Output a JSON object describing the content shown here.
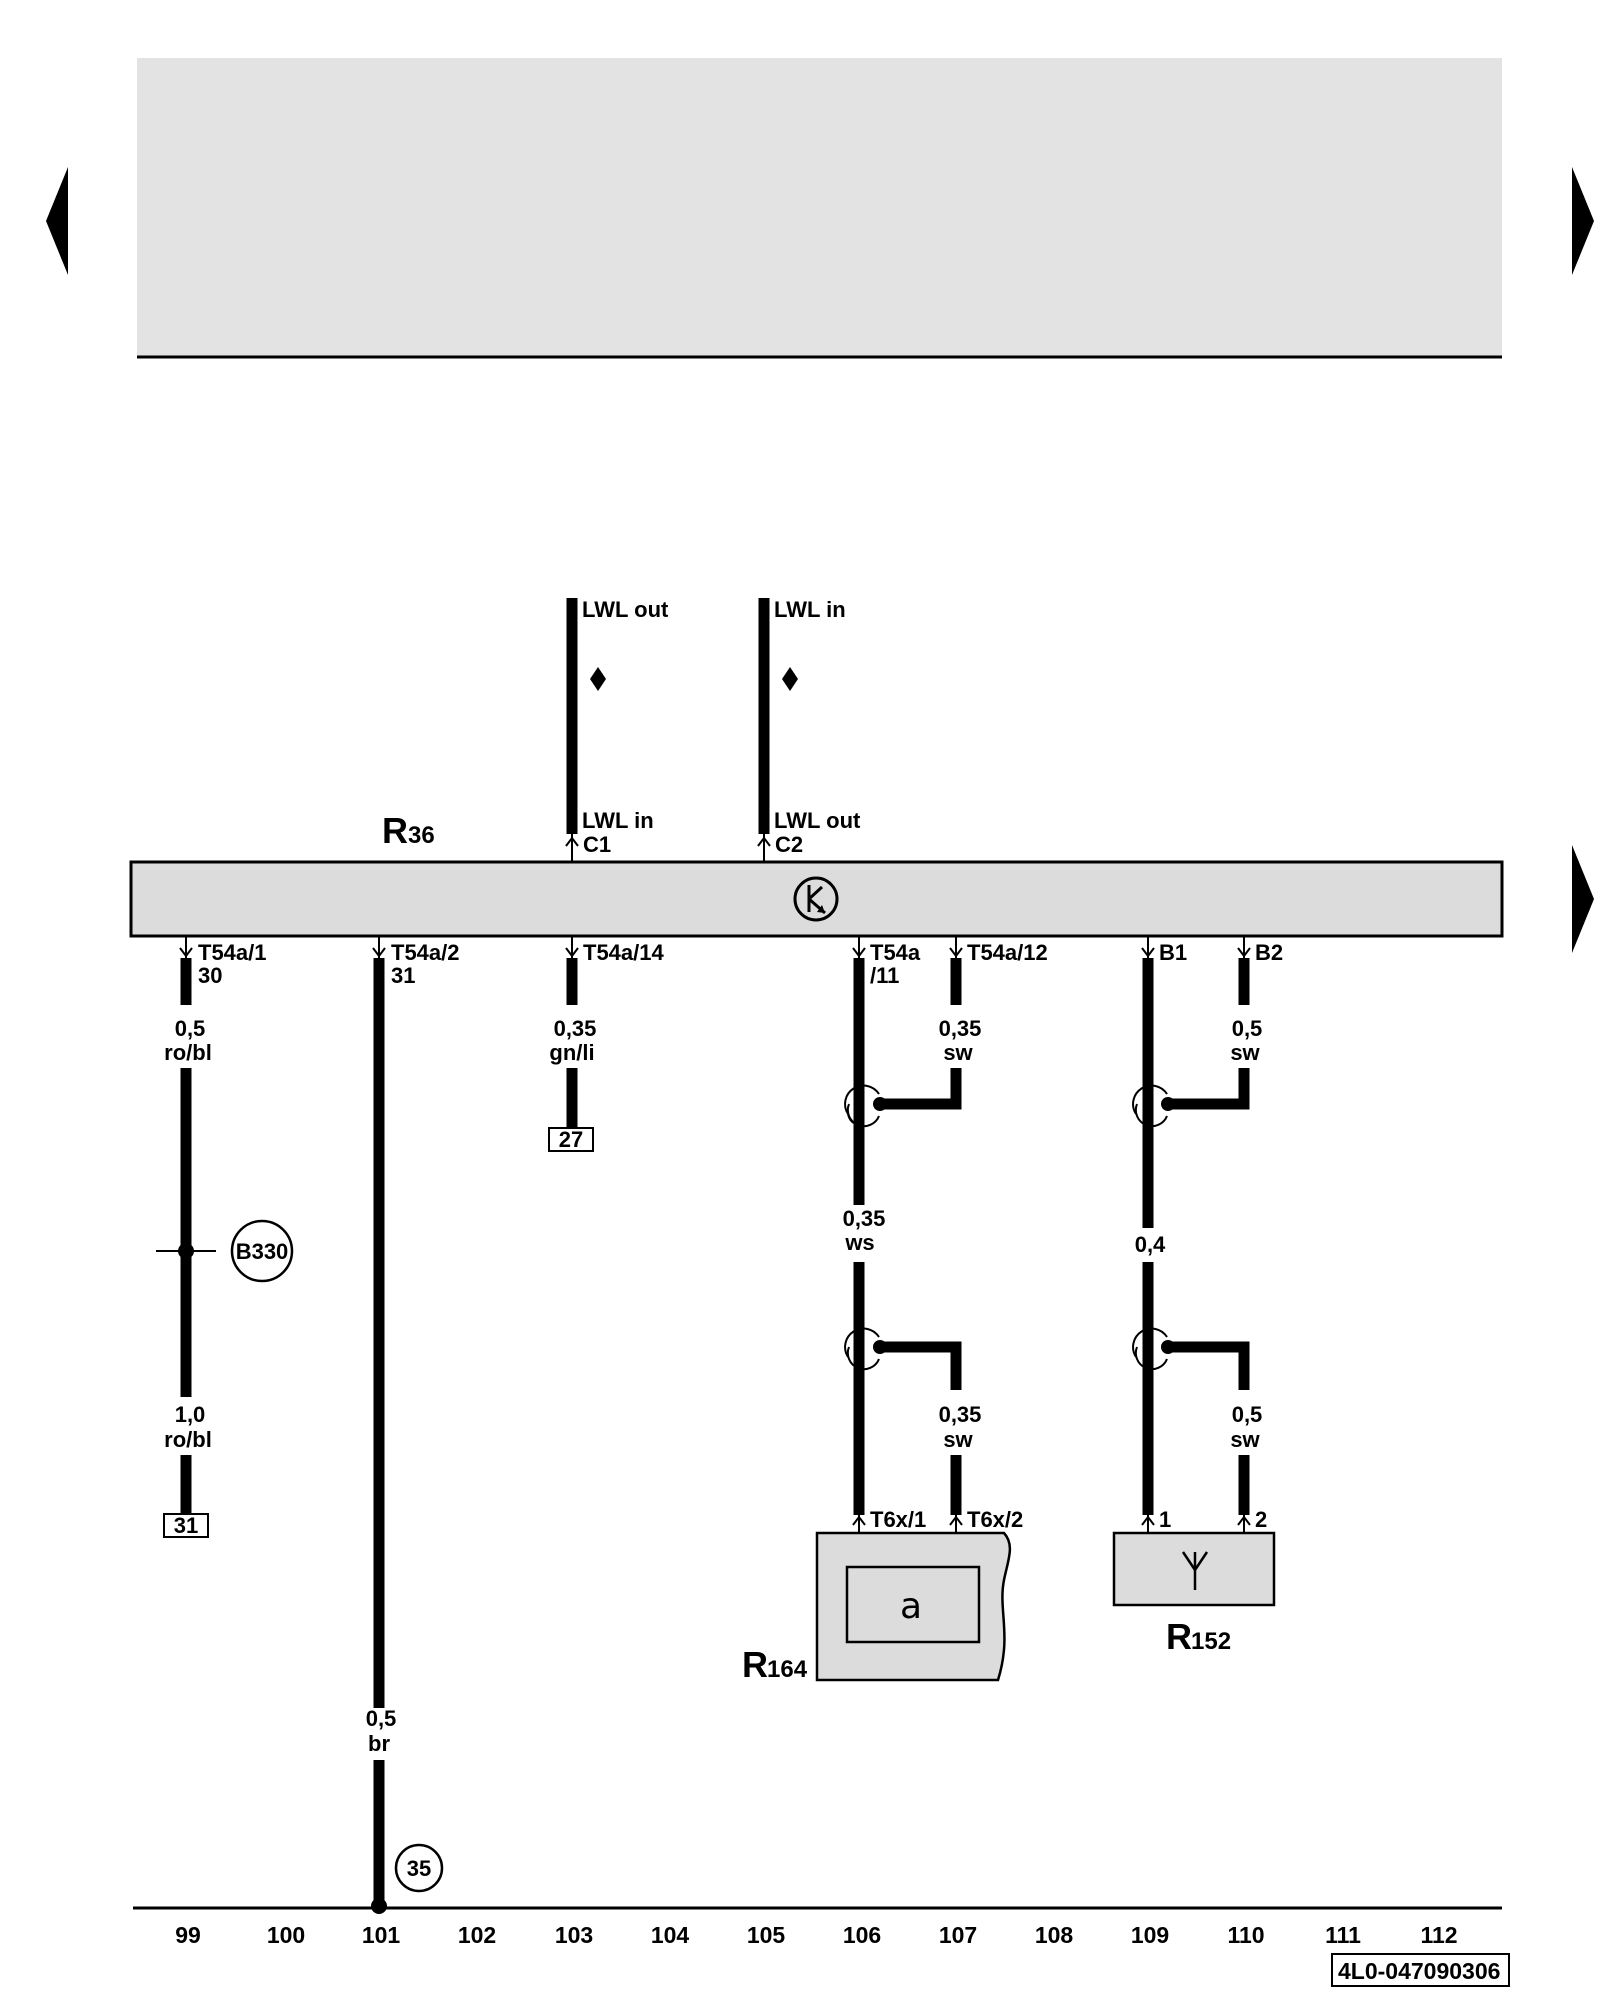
{
  "navigation": {
    "prev_label": "previous page",
    "next_label": "next page",
    "next2_label": "next page"
  },
  "colors": {
    "header_bg": "#e3e3e3",
    "component_fill": "#dcdcdc",
    "wire": "#000000"
  },
  "control_unit": {
    "letter": "R",
    "number": "36",
    "icon": "radio-icon"
  },
  "optical_connectors": [
    {
      "top_label": "LWL out",
      "bottom_label": "LWL in",
      "pin": "C1"
    },
    {
      "top_label": "LWL in",
      "bottom_label": "LWL out",
      "pin": "C2"
    }
  ],
  "wires": {
    "w99": {
      "pin": "T54a/1",
      "terminal": "30",
      "size1": "0,5",
      "color1": "ro/bl",
      "splice": "B330",
      "size2": "1,0",
      "color2": "ro/bl",
      "ref": "31"
    },
    "w101": {
      "pin": "T54a/2",
      "terminal": "31",
      "size": "0,5",
      "color": "br",
      "ground": "35"
    },
    "w103": {
      "pin": "T54a/14",
      "size": "0,35",
      "color": "gn/li",
      "ref": "27"
    },
    "w106": {
      "pin_line1": "T54a",
      "pin_line2": "/11",
      "size": "0,35",
      "color": "ws",
      "end_pin": "T6x/1"
    },
    "w107": {
      "pin": "T54a/12",
      "size1": "0,35",
      "color1": "sw",
      "size2": "0,35",
      "color2": "sw",
      "end_pin": "T6x/2"
    },
    "w109": {
      "pin": "B1",
      "size": "0,4",
      "end_pin": "1"
    },
    "w110": {
      "pin": "B2",
      "size1": "0,5",
      "color1": "sw",
      "size2": "0,5",
      "color2": "sw",
      "end_pin": "2"
    }
  },
  "component_r164": {
    "letter": "R",
    "number": "164",
    "symbol": "a"
  },
  "component_r152": {
    "letter": "R",
    "number": "152",
    "icon": "antenna-icon"
  },
  "grid_numbers": [
    "99",
    "100",
    "101",
    "102",
    "103",
    "104",
    "105",
    "106",
    "107",
    "108",
    "109",
    "110",
    "111",
    "112"
  ],
  "document_code": "4L0-047090306"
}
